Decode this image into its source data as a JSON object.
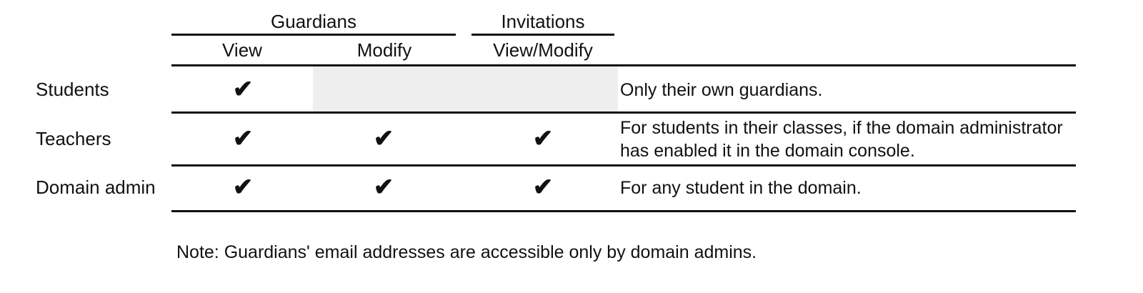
{
  "figure": {
    "type": "permissions-matrix-table",
    "background_color": "#ffffff",
    "text_color": "#111111",
    "rule_color": "#111111",
    "shaded_cell_color": "#eeeeee",
    "check_glyph": "✔"
  },
  "header": {
    "groups": [
      {
        "label": "Guardians",
        "spans": [
          "View",
          "Modify"
        ]
      },
      {
        "label": "Invitations",
        "spans": [
          "View/Modify"
        ]
      }
    ],
    "columns": [
      {
        "key": "view",
        "label": "View",
        "group": "Guardians"
      },
      {
        "key": "modify",
        "label": "Modify",
        "group": "Guardians"
      },
      {
        "key": "view_modify",
        "label": "View/Modify",
        "group": "Invitations"
      }
    ],
    "row_header_label": ""
  },
  "rows": [
    {
      "label": "Students",
      "view": "✔",
      "modify": "",
      "view_modify": "",
      "modify_shaded": true,
      "view_modify_shaded": true,
      "note": "Only their own guardians."
    },
    {
      "label": "Teachers",
      "view": "✔",
      "modify": "✔",
      "view_modify": "✔",
      "modify_shaded": false,
      "view_modify_shaded": false,
      "note": "For students in their classes, if the domain administrator has enabled it in the domain console."
    },
    {
      "label": "Domain admin",
      "view": "✔",
      "modify": "✔",
      "view_modify": "✔",
      "modify_shaded": false,
      "view_modify_shaded": false,
      "note": "For any student in the domain."
    }
  ],
  "footnote": {
    "text": "Note: Guardians' email addresses are accessible only by domain admins."
  }
}
